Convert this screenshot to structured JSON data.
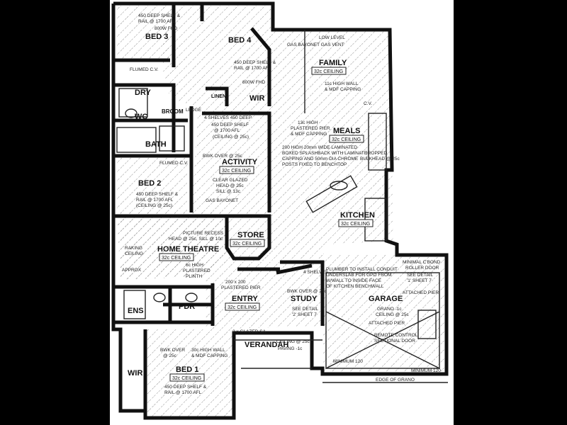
{
  "rooms": {
    "bed3": "BED 3",
    "bed4": "BED 4",
    "family": "FAMILY",
    "meals": "MEALS",
    "dry": "DRY",
    "wc": "WC",
    "broom": "BROOM",
    "bath": "BATH",
    "bed2": "BED 2",
    "activity": "ACTIVITY",
    "store": "STORE",
    "kitchen": "KITCHEN",
    "home_theatre": "HOME THEATRE",
    "ens": "ENS",
    "pdr": "PDR",
    "entry": "ENTRY",
    "study": "STUDY",
    "garage": "GARAGE",
    "verandah": "VERANDAH",
    "wir_top": "WIR",
    "wir_bottom": "WIR",
    "bed1": "BED 1",
    "linen": "LINEN"
  },
  "ceilings": {
    "family": "32c CEILING",
    "meals": "32c CEILING",
    "activity": "32c CEILING",
    "store": "32c CEILING",
    "kitchen": "32c CEILING",
    "home_theatre": "32c CEILING",
    "entry": "32c CEILING",
    "bed1": "32c CEILING"
  },
  "notes": {
    "bed3_shelf": "450 DEEP SHELF &",
    "bed3_rail": "RAIL @ 1700 AFL",
    "fhd_top": "800W FHD",
    "bed4_shelf": "450 DEEP SHELF &",
    "bed4_rail": "RAIL @ 1700 AFL",
    "low_level": "LOW LEVEL",
    "gas_vent": "GAS BAYONET   GAS VENT",
    "flumed_cv_top": "FLUMED C.V.",
    "family_wall": "11c HIGH WALL",
    "family_capping": "& MDF CAPPING",
    "fhd_bed4": "800W FHD",
    "ledge": "LEDGE",
    "activity_shelves": "4 SHELVES 450 DEEP",
    "activity_shelf2": "450 DEEP SHELF",
    "activity_rail": "@ 1700 AFL",
    "activity_ceiling_note": "(CEILING @ 25c)",
    "meals_pier": "13c HIGH",
    "meals_pier2": "PLASTERED PIER",
    "meals_pier3": "& MDF CAPPING",
    "splash1": "200 HIGH 20mm WIDE LAMINATED",
    "splash2": "BOXED SPLASHBACK WITH LAMINATE",
    "splash3": "CAPPING AND 50mm DIA CHROME",
    "splash4": "POSTS FIXED TO BENCHTOP",
    "dropped": "DROPPED",
    "bulkhead": "BULKHEAD @ 25c",
    "bwk_over": "BWK OVER @ 25c",
    "glazed1": "CLEAR GLAZED",
    "glazed2": "HEAD @ 25c",
    "glazed3": "SILL @ 13c",
    "gas_bayonet": "GAS BAYONET",
    "flumed_cv_mid": "FLUMED C.V.",
    "bed2_shelf": "450 DEEP SHELF &",
    "bed2_rail": "RAIL @ 1700 AFL",
    "bed2_ceiling": "(CEILING @ 25c)",
    "raking": "RAKING",
    "raking2": "CEILING",
    "approx": "APPROX",
    "recess": "PICTURE RECESS",
    "recess2": "HEAD @ 25c, SILL @ 10c",
    "ht_plinth1": "6c HIGH",
    "ht_plinth2": "PLASTERED",
    "ht_plinth3": "PLINTH",
    "pier200": "200 x 200",
    "pier_plastered": "PLASTERED PIER",
    "shelves4": "4 SHELVES",
    "study_bwk": "BWK OVER @ 25c",
    "study_detail": "SEE DETAIL",
    "study_sheet": "'2' SHEET 7",
    "plumber1": "PLUMBER TO INSTALL CONDUIT",
    "plumber2": "UNDERSLAB FOR GPO FROM",
    "plumber3": "W/WALL TO INSIDE FACE",
    "plumber4": "OF KITCHEN BENCHWALL",
    "minimal1": "MINIMAL C'BOND",
    "minimal2": "ROLLER DOOR",
    "minimal3": "SEE DETAIL",
    "minimal4": "'1' SHEET 7",
    "attached_pier": "ATTACHED PIER",
    "garage_grano": "GRANO -1c",
    "garage_ceiling": "CEILING @ 25c",
    "attached_pier2": "ATTACHED PIER",
    "remote1": "REMOTE CONTROL",
    "remote2": "SECTIONAL DOOR",
    "min120a": "MINIMUM 120",
    "min120b": "MINIMUM 120",
    "edge_grano": "EDGE OF GRANO",
    "glazed_sa": "2 x GLAZED SA",
    "verandah_ceiling": "CEILING @ 25c",
    "verandah_paving": "PAVING -1c",
    "bed1_bwk": "BWK OVER",
    "bed1_bwk2": "@ 25c",
    "bed1_wall": "30c HIGH WALL",
    "bed1_capping": "& MDF CAPPING",
    "bed1_shelf": "450 DEEP SHELF &",
    "bed1_rail": "RAIL @ 1700 AFL",
    "cv": "C.V."
  }
}
